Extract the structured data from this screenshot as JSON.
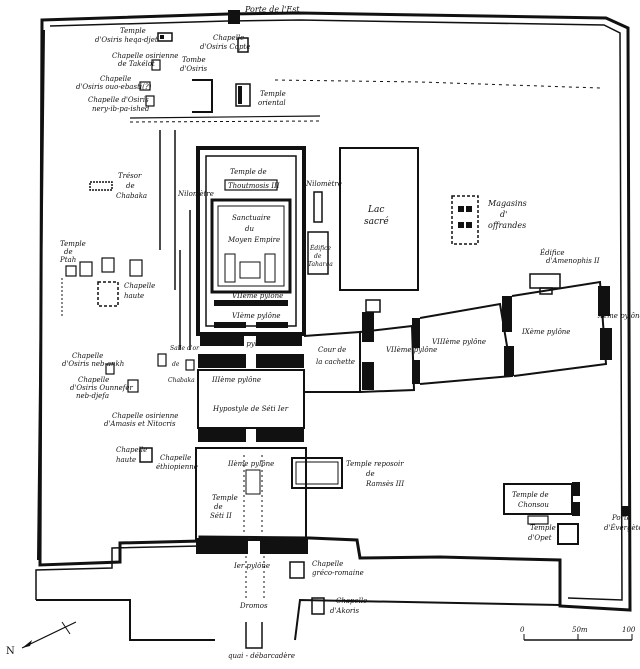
{
  "map": {
    "north_label": "N",
    "scale": {
      "zero": "0",
      "mid": "50m",
      "end": "100"
    },
    "labels": {
      "porte_est": "Porte de l'Est",
      "osiris_heqa": [
        "Temple",
        "d'Osiris heqa-djet"
      ],
      "osiris_copte": [
        "Chapelle",
        "d'Osiris Copte"
      ],
      "chapelle_osirienne_takelot": [
        "Chapelle osirienne",
        "de Takélot"
      ],
      "tombe_osiris": [
        "Tombe",
        "d'Osiris"
      ],
      "osiris_ounnefer": [
        "Chapelle",
        "d'Osiris ouo-ebasti(?)"
      ],
      "osiris_neri": [
        "Chapelle d'Osiris",
        "nery-ib-pa-ished"
      ],
      "temple_oriental": [
        "Temple",
        "oriental"
      ],
      "tresor_chabaka": [
        "Trésor",
        "de",
        "Chabaka"
      ],
      "temple_thoutmosis": [
        "Temple de",
        "Thoutmosis III"
      ],
      "sanctuaire": [
        "Sanctuaire",
        "du",
        "Moyen Empire"
      ],
      "nilometre_left": "Nilomètre",
      "nilometre_right": "Nilomètre",
      "lac_sacre": [
        "Lac",
        "sacré"
      ],
      "magasins": [
        "Magasins",
        "d'",
        "offrandes"
      ],
      "edifice_taharqa": [
        "Édifice",
        "de",
        "Taharqa"
      ],
      "edifice_amenophis": [
        "Édifice",
        "d'Amenophis II"
      ],
      "temple_ptah": [
        "Temple",
        "de",
        "Ptah"
      ],
      "chapelle_haute_top": [
        "Chapelle",
        "haute"
      ],
      "vii_pylone": "VIIème pylône",
      "vi_pylone": "VIème pylône",
      "iv_pylone": "IVème pylône",
      "salle_or": [
        "Salle d'or",
        "de",
        "Chabaka"
      ],
      "cour_cachette": [
        "Cour de",
        "la cachette"
      ],
      "vii_south": "VIIème pylône",
      "viii_pylone": "VIIIème pylône",
      "ix_pylone": "IXème pylône",
      "x_pylone": "Xème pylône",
      "chapelle_osiris_neb_ankh": [
        "Chapelle",
        "d'Osiris neb-ankh"
      ],
      "chapelle_osiris_ounnefer": [
        "Chapelle",
        "d'Osiris Ounnefer",
        "neb-djefa"
      ],
      "chapelle_osirienne_amasis": [
        "Chapelle osirienne",
        "d'Amasis et Nitocris"
      ],
      "iii_pylone": "IIIème pylône",
      "hypostyle": "Hypostyle  de Séti Ier",
      "chapelle_haute_bottom": [
        "Chapelle",
        "haute"
      ],
      "chapelle_ethiopienne": [
        "Chapelle",
        "éthiopienne"
      ],
      "ii_pylone": "IIème pylône",
      "temple_reposoir": [
        "Temple reposoir",
        "de",
        "Ramsès III"
      ],
      "temple_seti": [
        "Temple",
        "de",
        "Séti II"
      ],
      "temple_chonsou": [
        "Temple de",
        "Chonsou"
      ],
      "temple_opet": [
        "Temple",
        "d'Opet"
      ],
      "porte_evergete": [
        "Porte",
        "d'Évergète"
      ],
      "i_pylone": "Ier pylône",
      "chapelle_greco": [
        "Chapelle",
        "gréco-romaine"
      ],
      "chapelle_akoris": [
        "Chapelle",
        "d'Akoris"
      ],
      "dromos": "Dromos",
      "quai": "quai - débarcadère"
    }
  }
}
